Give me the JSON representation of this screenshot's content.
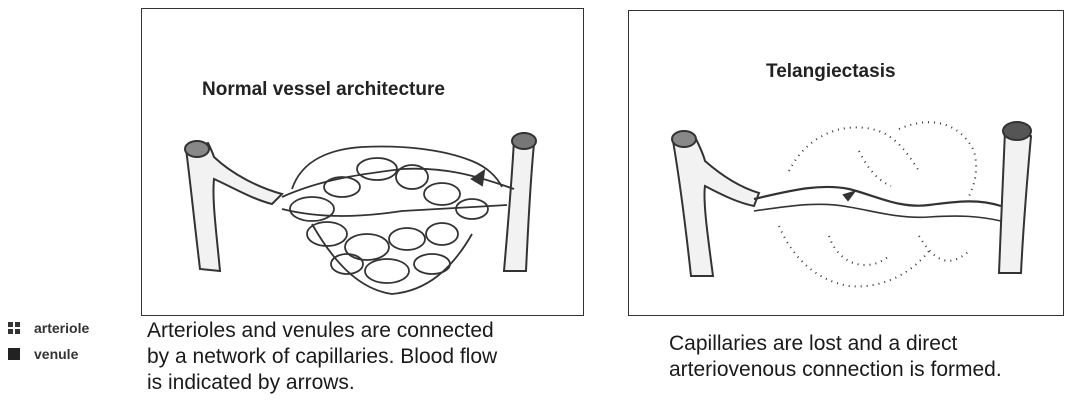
{
  "panels": {
    "left": {
      "title": "Normal vessel architecture"
    },
    "right": {
      "title": "Telangiectasis"
    }
  },
  "legend": [
    {
      "label": "arteriole",
      "icon": "hatched-square-icon"
    },
    {
      "label": "venule",
      "icon": "solid-square-icon"
    }
  ],
  "captions": {
    "left": [
      "Arterioles and venules are connected",
      "by a network of capillaries. Blood flow",
      "is indicated by arrows."
    ],
    "right": [
      "Capillaries are lost and a direct",
      "arteriovenous connection is formed."
    ]
  }
}
